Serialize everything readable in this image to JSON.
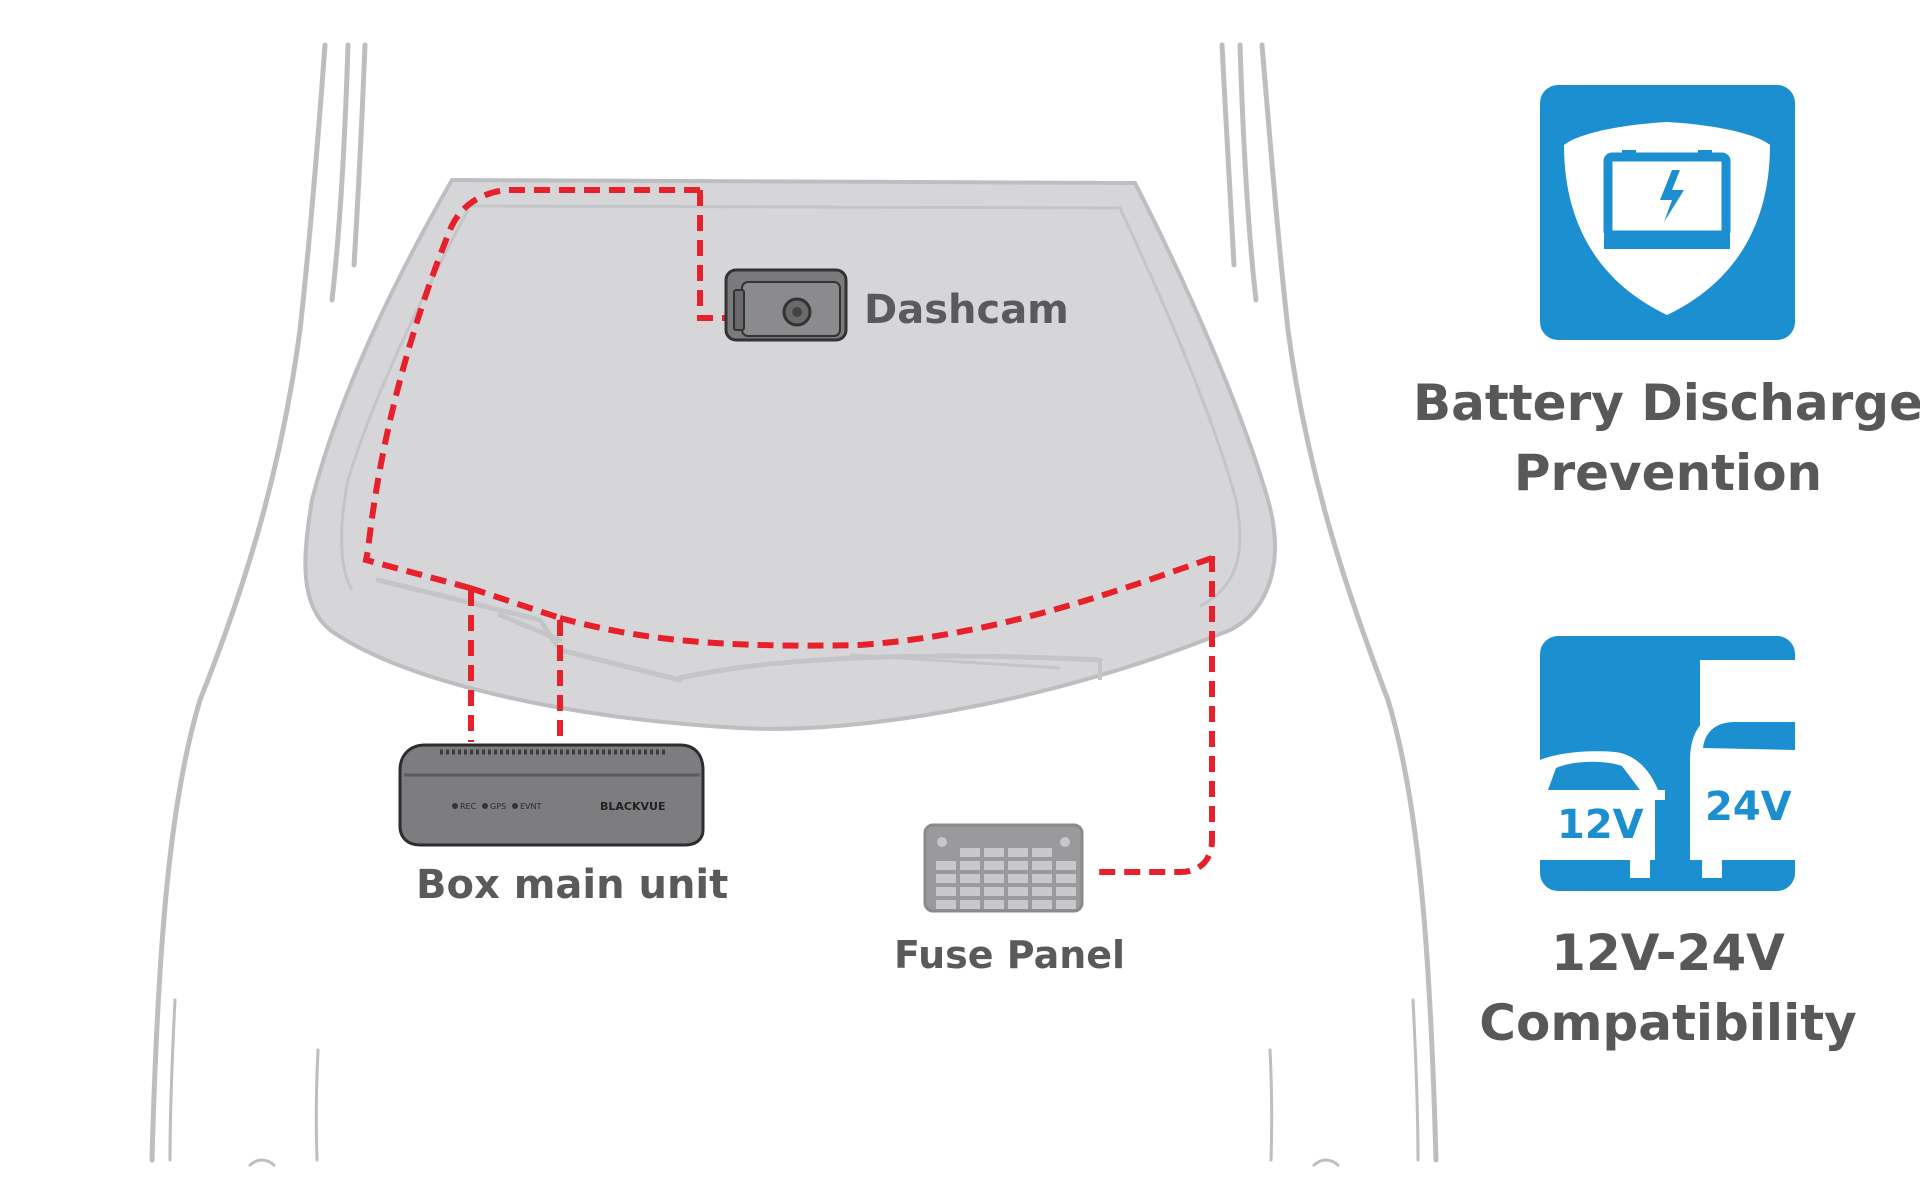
{
  "labels": {
    "dashcam": "Dashcam",
    "box_main_unit": "Box main unit",
    "fuse_panel": "Fuse Panel"
  },
  "box_unit_brand": "BLACKVUE",
  "box_unit_leds": [
    "REC",
    "GPS",
    "EVNT"
  ],
  "features": [
    {
      "icon": "battery-shield-icon",
      "title_lines": [
        "Battery Discharge",
        "Prevention"
      ]
    },
    {
      "icon": "car-truck-voltage-icon",
      "badge_left": "12V",
      "badge_right": "24V",
      "title_lines": [
        "12V-24V",
        "Compatibility"
      ]
    }
  ],
  "colors": {
    "accent_blue": "#1b8fd0",
    "wire_red": "#e6212b",
    "car_outline": "#b9babd",
    "windshield_fill": "#d6d6d8",
    "label_gray": "#5a5a5c"
  }
}
